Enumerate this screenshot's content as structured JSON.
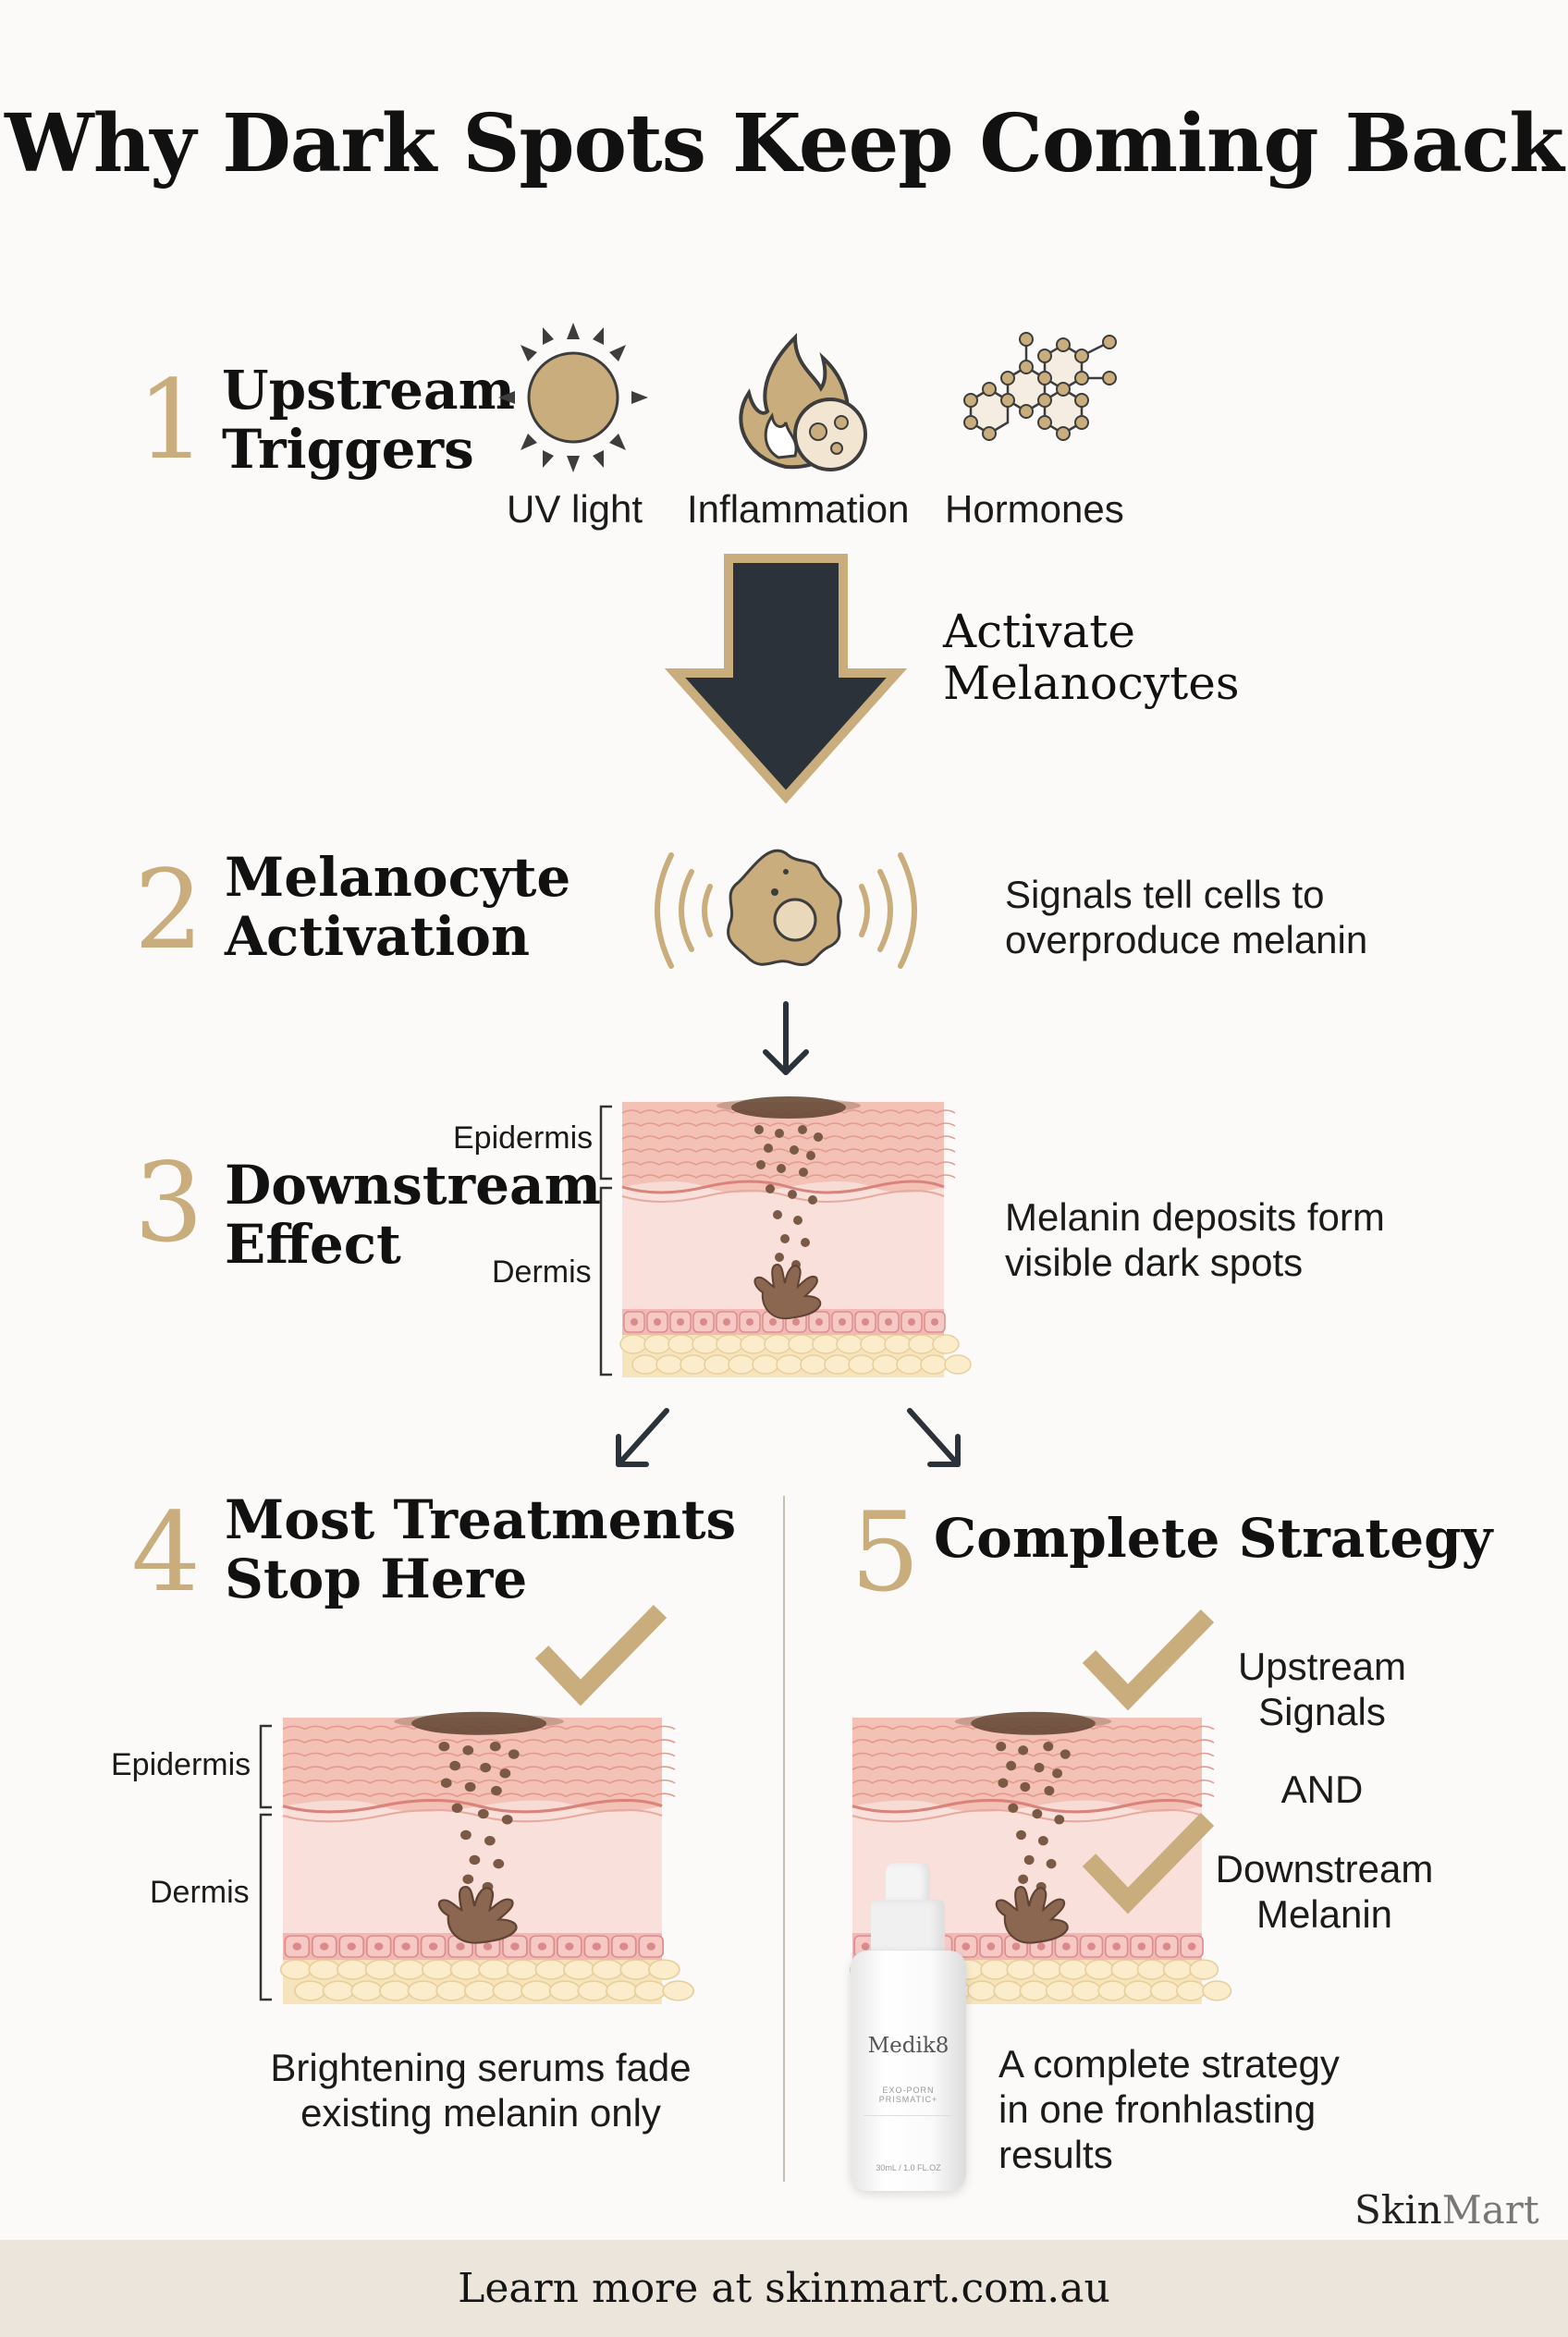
{
  "title": "Why Dark Spots Keep Coming Back",
  "steps": [
    {
      "number": "1",
      "heading_line1": "Upstream",
      "heading_line2": "Triggers"
    },
    {
      "number": "2",
      "heading_line1": "Melanocyte",
      "heading_line2": "Activation"
    },
    {
      "number": "3",
      "heading_line1": "Downstream",
      "heading_line2": "Effect"
    },
    {
      "number": "4",
      "heading_line1": "Most Treatments",
      "heading_line2": "Stop Here"
    },
    {
      "number": "5",
      "heading_line1": "Complete Strategy"
    }
  ],
  "triggers": [
    "UV light",
    "Inflammation",
    "Hormones"
  ],
  "arrow_label_line1": "Activate",
  "arrow_label_line2": "Melanocytes",
  "step2_desc_line1": "Signals tell cells to",
  "step2_desc_line2": "overproduce melanin",
  "step3_desc_line1": "Melanin deposits form",
  "step3_desc_line2": "visible dark spots",
  "skin_labels": {
    "epidermis": "Epidermis",
    "dermis": "Dermis"
  },
  "step4_desc_line1": "Brightening serums fade",
  "step4_desc_line2": "existing melanin only",
  "step5_checks": {
    "upstream_line1": "Upstream",
    "upstream_line2": "Signals",
    "and": "AND",
    "downstream_line1": "Downstream",
    "downstream_line2": "Melanin"
  },
  "step5_desc_line1": "A complete strategy",
  "step5_desc_line2": "in one fronhlasting",
  "step5_desc_line3": "results",
  "product": {
    "brand": "Medik8",
    "name_line1": "EXO-PORN",
    "name_line2": "PRISMATIC+",
    "size": "30mL / 1.0 FL.OZ"
  },
  "brand_logo": {
    "part1": "Skin",
    "part2": "Mart"
  },
  "footer": "Learn more at skinmart.com.au",
  "colors": {
    "gold": "#c9ad7d",
    "dark": "#2b323a",
    "skin_pink": "#f7d9d3",
    "melanin": "#7a5a45"
  },
  "icons": [
    "sun-icon",
    "flame-icon",
    "hormone-molecule-icon",
    "melanocyte-icon",
    "check-icon"
  ]
}
